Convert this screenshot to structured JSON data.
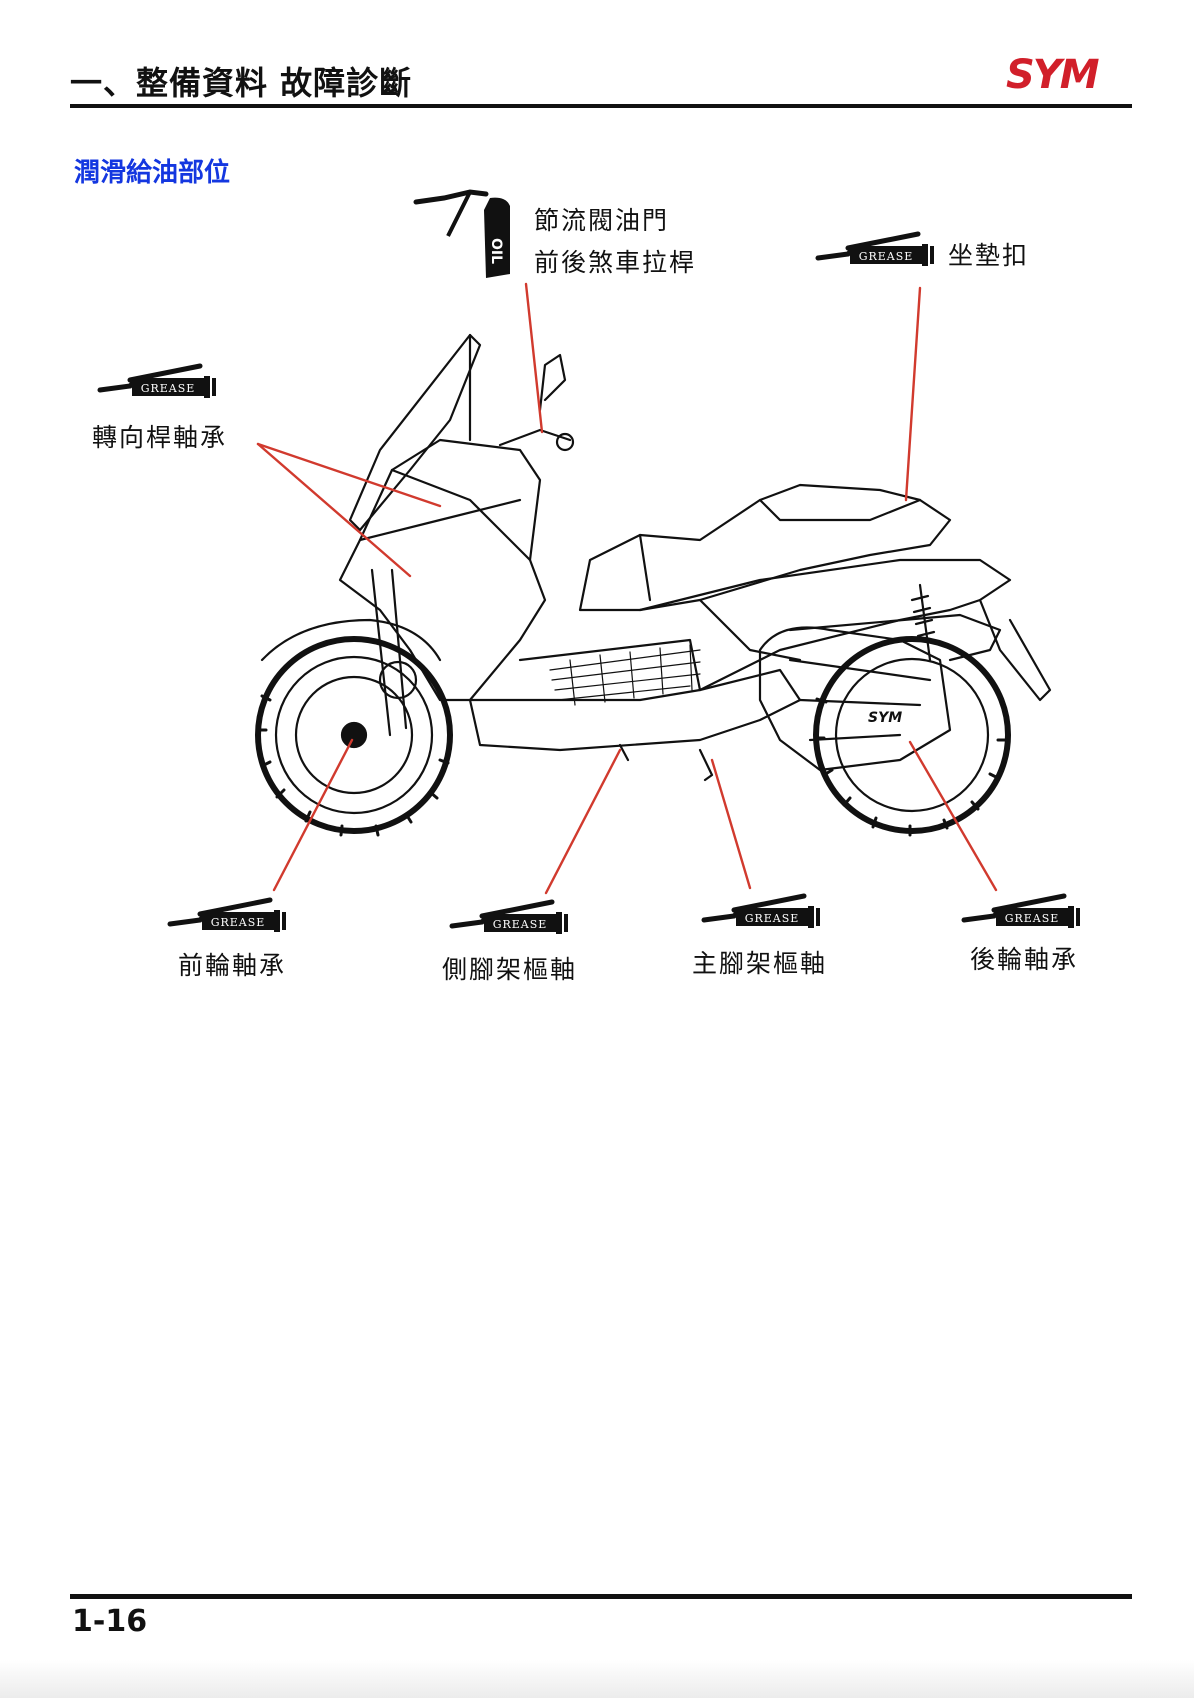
{
  "header": {
    "title": "一、整備資料  故障診斷",
    "logo_text": "SYM",
    "logo_color": "#d11f2a"
  },
  "section": {
    "title": "潤滑給油部位",
    "title_color": "#1437e0"
  },
  "callouts": {
    "steering_bearing": "轉向桿軸承",
    "throttle_lever_1": "節流閥油門",
    "throttle_lever_2": "前後煞車拉桿",
    "seat_latch": "坐墊扣",
    "front_wheel_bearing": "前輪軸承",
    "side_stand_pivot": "側腳架樞軸",
    "main_stand_pivot": "主腳架樞軸",
    "rear_wheel_bearing": "後輪軸承"
  },
  "tool_labels": {
    "grease": "GREASE",
    "oil": "OIL"
  },
  "icons": [
    "grease-gun-icon",
    "oil-can-icon",
    "scooter-illustration"
  ],
  "leader_line_color": "#d13a2e",
  "footer": {
    "page_number": "1-16"
  }
}
